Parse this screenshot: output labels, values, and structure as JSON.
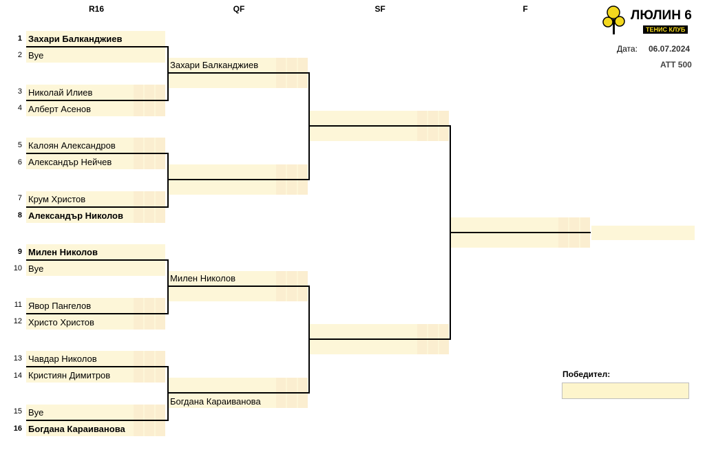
{
  "rounds": [
    "R16",
    "QF",
    "SF",
    "F"
  ],
  "club": {
    "name": "ЛЮЛИН 6",
    "subtitle": "ТЕНИС КЛУБ"
  },
  "date_label": "Дата:",
  "date_value": "06.07.2024",
  "tournament": "ATT 500",
  "winner_label": "Победител:",
  "r16": [
    {
      "seed": "1",
      "name": "Захари Балканджиев",
      "bold": true
    },
    {
      "seed": "2",
      "name": "Bye",
      "bold": false
    },
    {
      "seed": "3",
      "name": "Николай Илиев",
      "bold": false
    },
    {
      "seed": "4",
      "name": "Алберт Асенов",
      "bold": false
    },
    {
      "seed": "5",
      "name": "Калоян Александров",
      "bold": false
    },
    {
      "seed": "6",
      "name": "Александър Нейчев",
      "bold": false
    },
    {
      "seed": "7",
      "name": "Крум Христов",
      "bold": false
    },
    {
      "seed": "8",
      "name": "Александър Николов",
      "bold": true
    },
    {
      "seed": "9",
      "name": "Милен Николов",
      "bold": true
    },
    {
      "seed": "10",
      "name": "Bye",
      "bold": false
    },
    {
      "seed": "11",
      "name": "Явор Пангелов",
      "bold": false
    },
    {
      "seed": "12",
      "name": "Христо Христов",
      "bold": false
    },
    {
      "seed": "13",
      "name": "Чавдар Николов",
      "bold": false
    },
    {
      "seed": "14",
      "name": "Кристиян Димитров",
      "bold": false
    },
    {
      "seed": "15",
      "name": "Bye",
      "bold": false
    },
    {
      "seed": "16",
      "name": "Богдана Караиванова",
      "bold": true
    }
  ],
  "qf": [
    "Захари Балканджиев",
    "",
    "",
    "",
    "",
    "",
    "Милен Николов",
    "",
    "",
    "",
    "",
    "Богдана Караиванова"
  ]
}
